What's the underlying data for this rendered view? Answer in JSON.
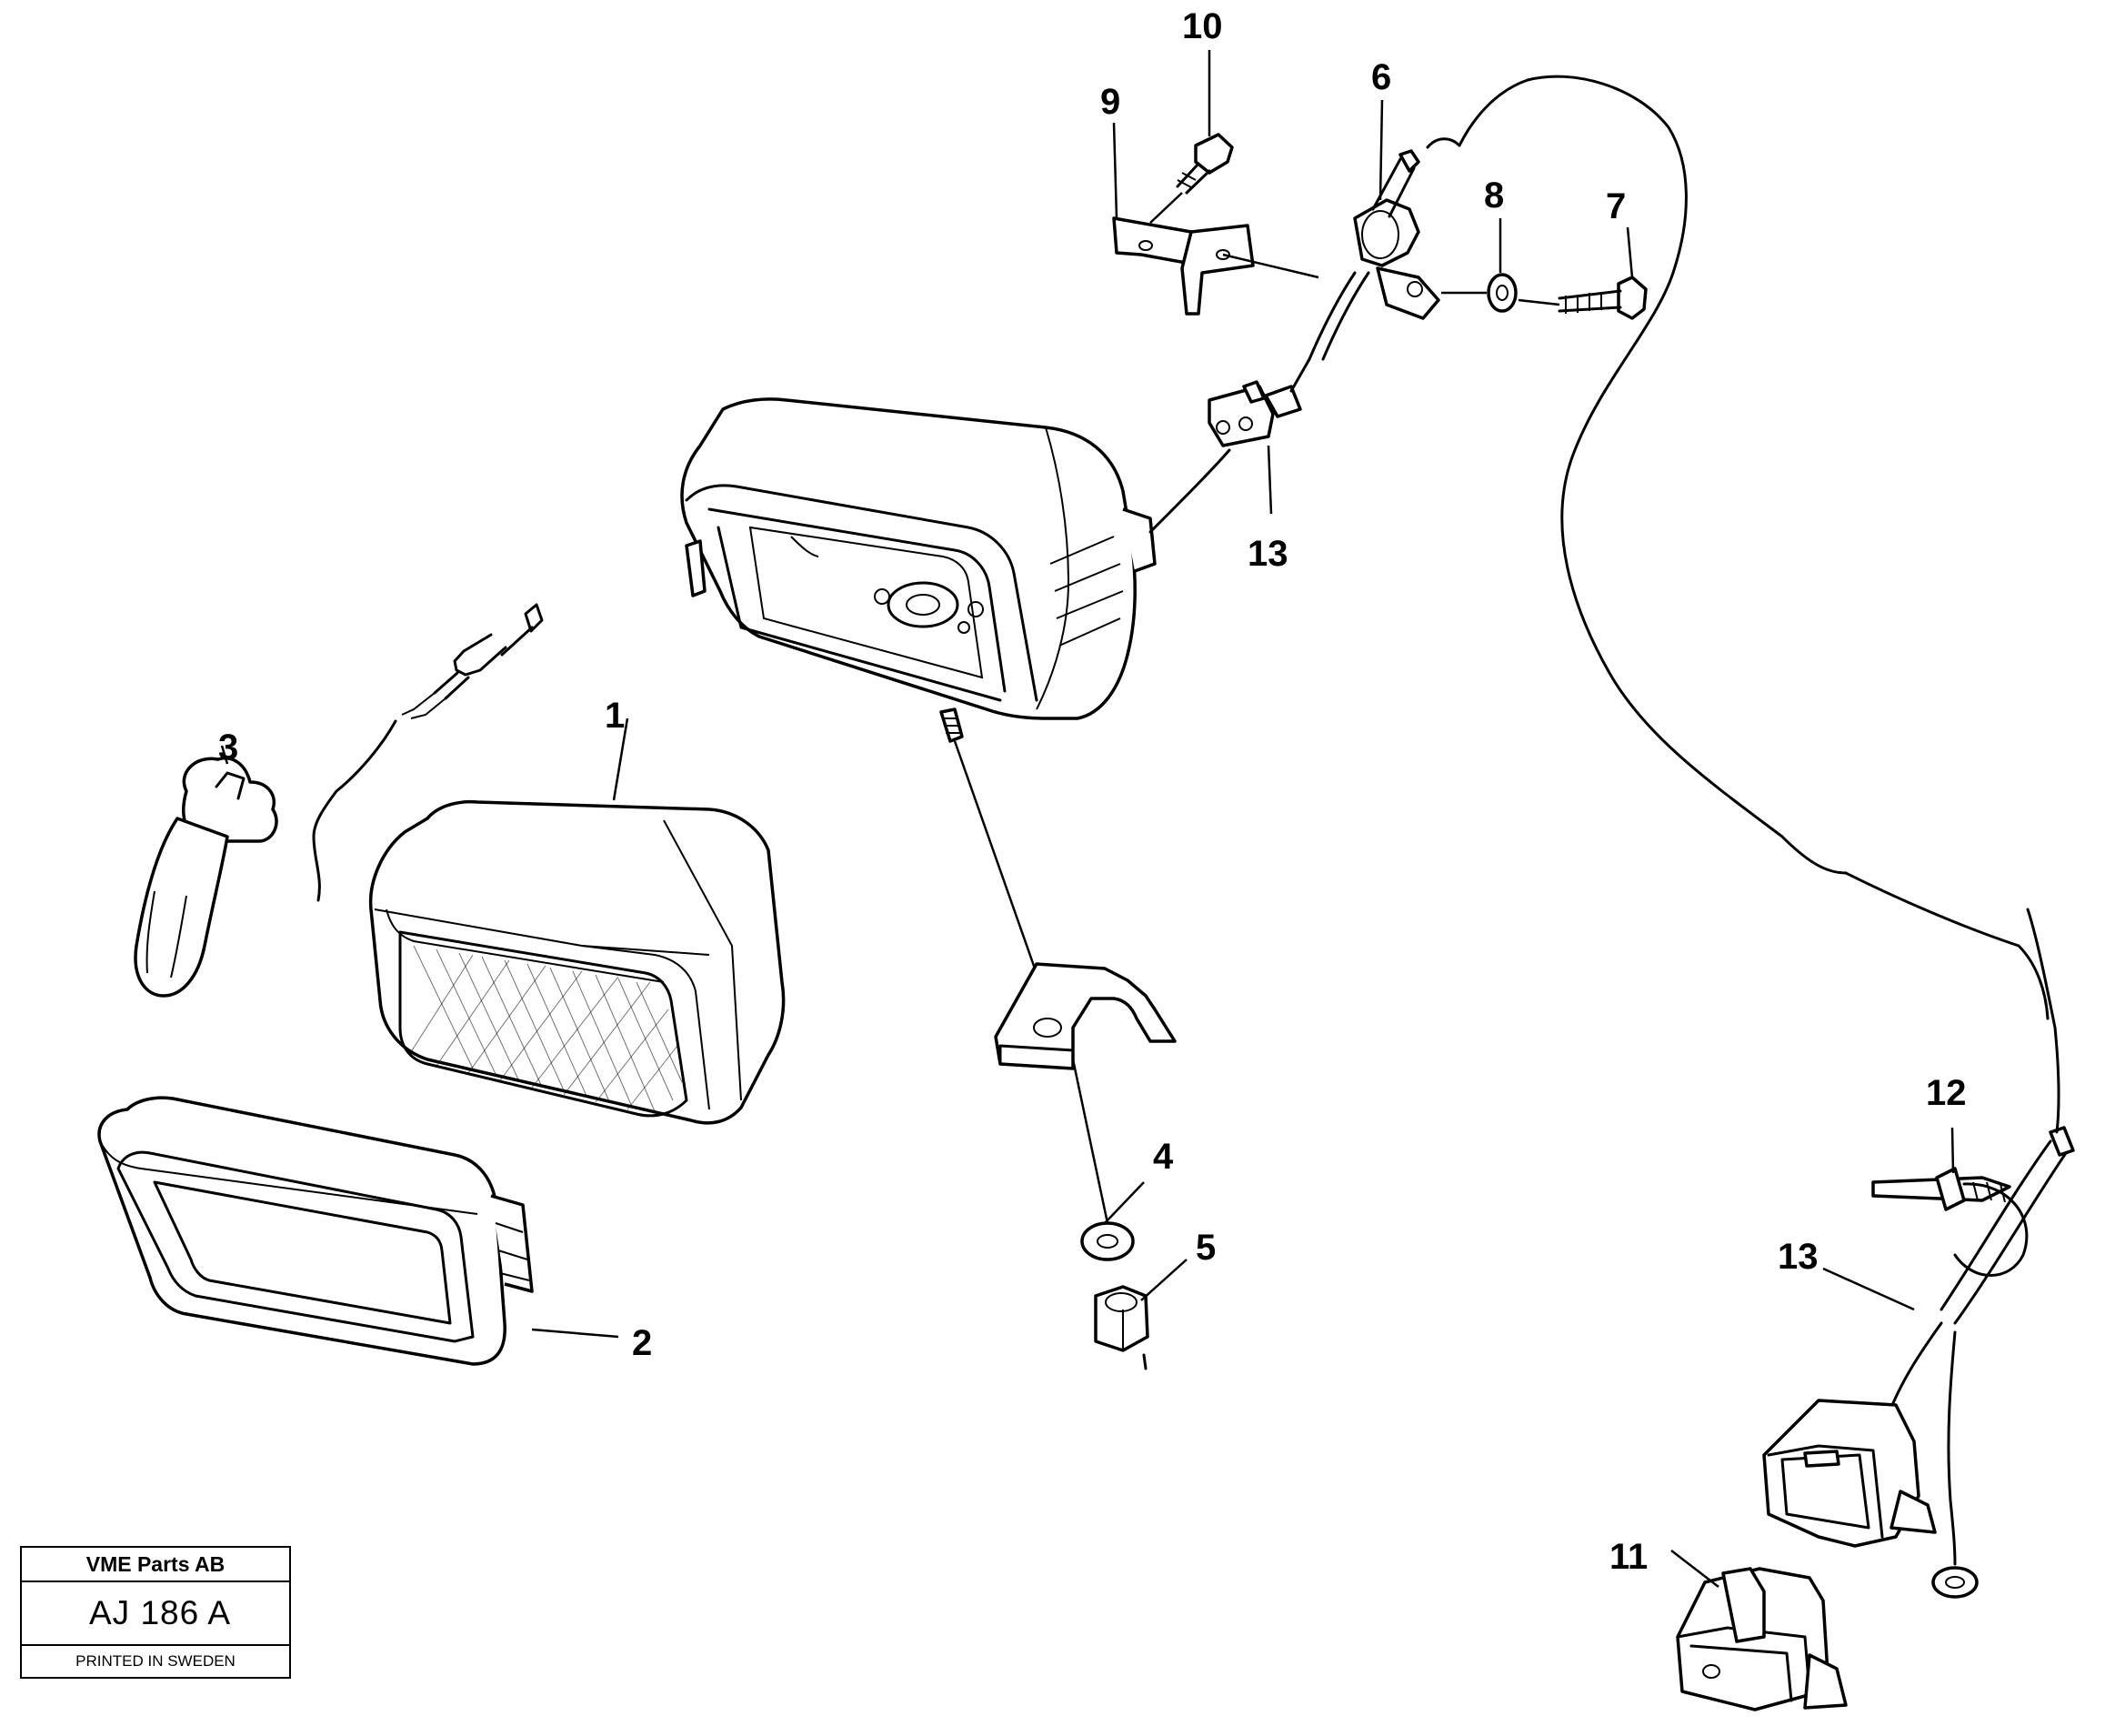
{
  "diagram": {
    "callouts": [
      {
        "id": "c1",
        "label": "1"
      },
      {
        "id": "c2",
        "label": "2"
      },
      {
        "id": "c3",
        "label": "3"
      },
      {
        "id": "c4",
        "label": "4"
      },
      {
        "id": "c5",
        "label": "5"
      },
      {
        "id": "c6",
        "label": "6"
      },
      {
        "id": "c7",
        "label": "7"
      },
      {
        "id": "c8",
        "label": "8"
      },
      {
        "id": "c9",
        "label": "9"
      },
      {
        "id": "c10",
        "label": "10"
      },
      {
        "id": "c11",
        "label": "11"
      },
      {
        "id": "c12",
        "label": "12"
      },
      {
        "id": "c13a",
        "label": "13"
      },
      {
        "id": "c13b",
        "label": "13"
      }
    ]
  },
  "title_block": {
    "company": "VME Parts AB",
    "code": "AJ 186 A",
    "printed": "PRINTED IN SWEDEN"
  }
}
